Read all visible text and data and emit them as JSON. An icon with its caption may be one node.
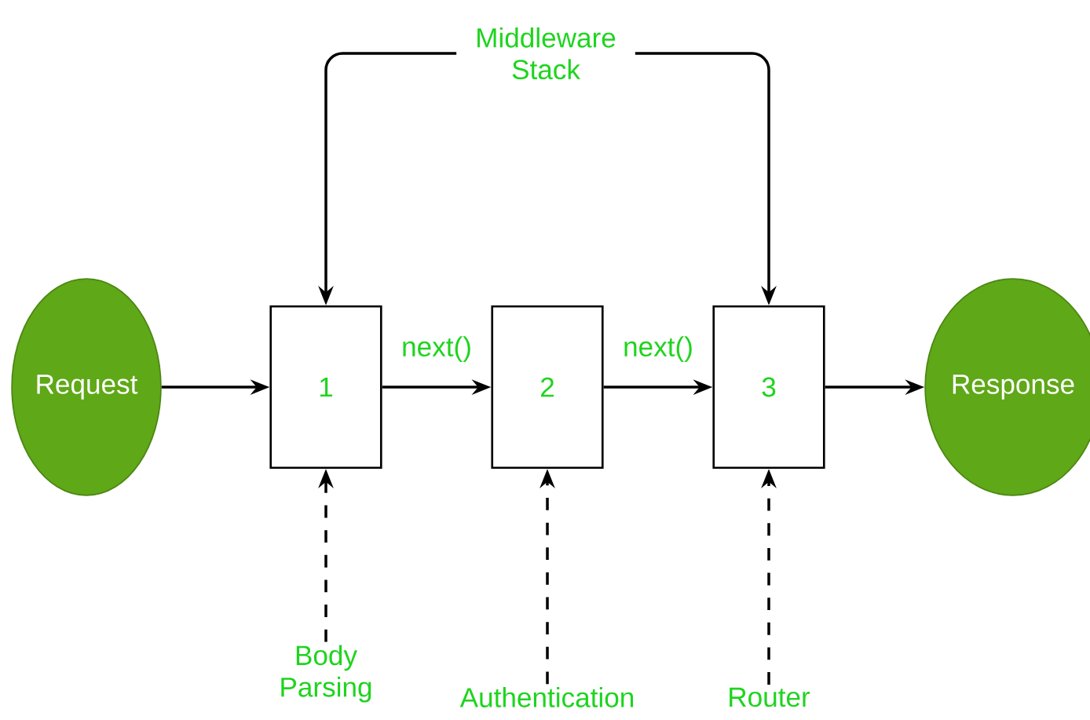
{
  "diagram": {
    "nodes": [
      {
        "text": [
          "Request"
        ]
      },
      {
        "text": [
          "1"
        ]
      },
      {
        "text": [
          "2"
        ]
      },
      {
        "text": [
          "3"
        ]
      },
      {
        "text": [
          "Response"
        ]
      },
      {
        "text": [
          "Middleware Stack"
        ]
      },
      {
        "text": [
          "Body Parsing"
        ]
      },
      {
        "text": [
          "Authentication"
        ]
      },
      {
        "text": [
          "Router"
        ]
      }
    ],
    "edges": [
      {
        "from": 0,
        "to": 1,
        "arrow": "to"
      },
      {
        "from": 1,
        "to": 2,
        "arrow": "to",
        "label": "next()"
      },
      {
        "from": 2,
        "to": 3,
        "arrow": "to",
        "label": "next()"
      },
      {
        "from": 3,
        "to": 4,
        "arrow": "to"
      },
      {
        "from": 5,
        "to": 1,
        "arrow": "to"
      },
      {
        "from": 5,
        "to": 3,
        "arrow": "to"
      },
      {
        "from": 6,
        "to": 1,
        "arrow": "to",
        "style": "dashed"
      },
      {
        "from": 7,
        "to": 2,
        "arrow": "to",
        "style": "dashed"
      },
      {
        "from": 8,
        "to": 3,
        "arrow": "to",
        "style": "dashed"
      }
    ]
  }
}
